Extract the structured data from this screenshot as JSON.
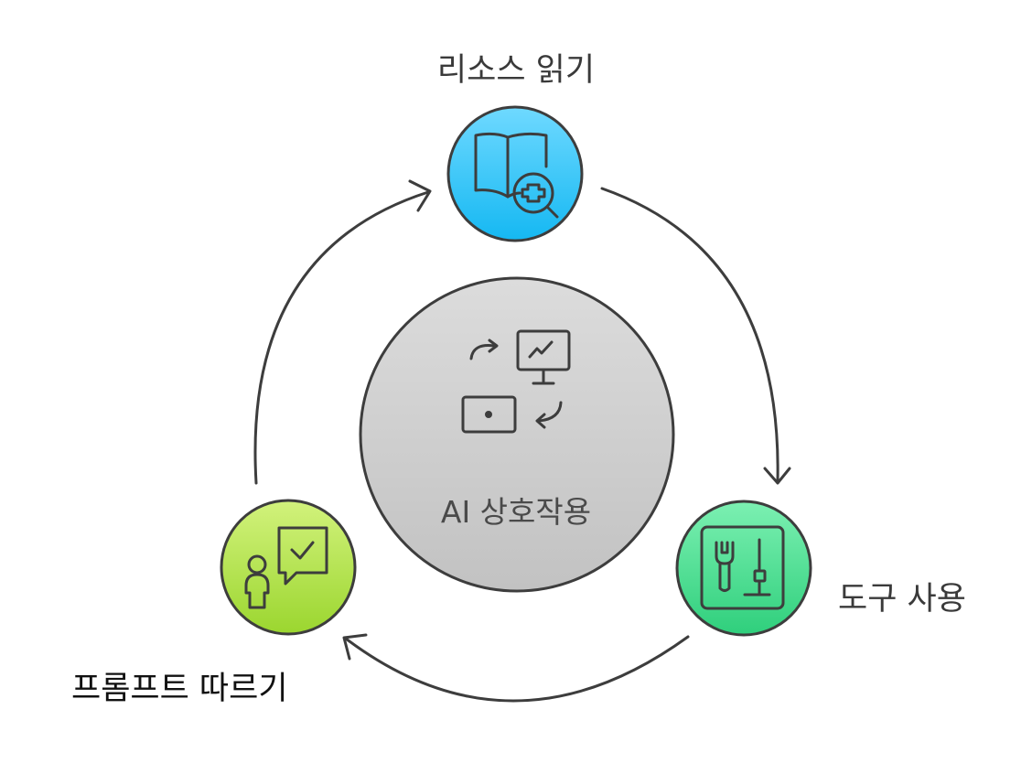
{
  "center": {
    "label": "AI 상호작용",
    "icon": "workflow-monitor-icon"
  },
  "nodes": [
    {
      "id": "read-resources",
      "label": "리소스 읽기",
      "icon": "book-search-icon",
      "color": "#28c3f6"
    },
    {
      "id": "use-tools",
      "label": "도구 사용",
      "icon": "tools-icon",
      "color": "#46d98a"
    },
    {
      "id": "follow-prompts",
      "label": "프롬프트 따르기",
      "icon": "person-speech-check-icon",
      "color": "#a8e043"
    }
  ],
  "colors": {
    "arrow": "#3d3d3d",
    "center_fill": "#cfcfcf",
    "icon_stroke": "#3d3d3d"
  }
}
